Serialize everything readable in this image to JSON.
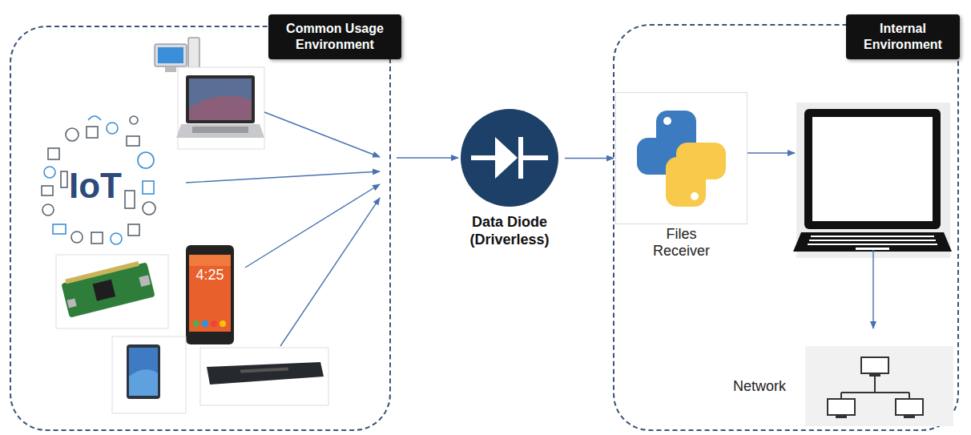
{
  "diagram": {
    "nodes": [
      {
        "text": [
          "Common Usage Environment"
        ]
      },
      {
        "text": [
          "Data Diode (Driverless)"
        ]
      },
      {
        "text": [
          "Internal Environment"
        ]
      },
      {
        "text": [
          "Files Receiver"
        ],
        "in": 2
      },
      {
        "text": [
          "Network"
        ],
        "in": 2
      }
    ],
    "edges": [
      {
        "from": 0,
        "to": 1,
        "arrow": "to"
      },
      {
        "from": 1,
        "to": 3,
        "arrow": "to"
      }
    ],
    "labels": [
      "IoT",
      "4:25"
    ]
  }
}
